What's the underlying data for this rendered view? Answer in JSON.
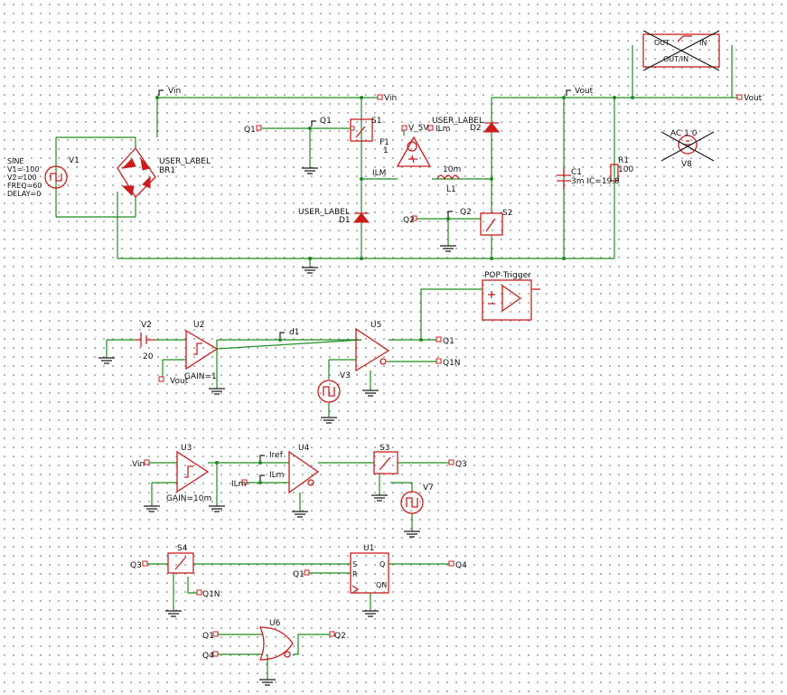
{
  "labels": {
    "vin_top": "Vin",
    "vin_right": "Vin",
    "vout_top": "Vout",
    "vout_right": "Vout",
    "q1_left": "Q1",
    "q1_tag": "Q1",
    "s1": "S1",
    "v5v": "V_5V",
    "user_label_ilm": "USER_LABEL",
    "ilm_pin": "ILm",
    "d2": "D2",
    "f1": "F1",
    "f1_gain": "1",
    "ilm_tag": "ILM",
    "l1_val": "10m",
    "l1": "L1",
    "user_label_d1": "USER_LABEL",
    "d1": "D1",
    "q2_left": "Q2",
    "q2_tag": "Q2",
    "s2": "S2",
    "c1": "C1",
    "c1_val": "3m IC=19.8",
    "r1": "R1",
    "r1_val": "100",
    "ac_label": "AC 1 0",
    "v8": "V8",
    "user_label_br1": "USER_LABEL",
    "br1": "BR1",
    "v1": "V1",
    "sine": [
      "SINE",
      "V1=-100",
      "V2=100",
      "FREQ=60",
      "DELAY=0"
    ],
    "xfmr_top": "OUT",
    "xfmr_top_in": "IN",
    "xfmr_bot": "OUT/IN",
    "pop_trigger": "POP Trigger",
    "v2": "V2",
    "v2_val": "20",
    "u2": "U2",
    "u2_gain": "GAIN=1",
    "vout_tag2": "Vout",
    "d1_tag": "d1",
    "u5": "U5",
    "q1_out": "Q1",
    "q1n_out": "Q1N",
    "v3": "V3",
    "vin_in": "Vin",
    "u3": "U3",
    "u3_gain": "GAIN=10m",
    "iref": "Iref",
    "u4": "U4",
    "ilm_in": "ILm",
    "ilm_tag2": "ILm",
    "s3": "S3",
    "q3_out": "Q3",
    "v7": "V7",
    "q3_in": "Q3",
    "s4": "S4",
    "q1n_tag": "Q1N",
    "u1": "U1",
    "q1_ff": "Q1",
    "ff_s": "S",
    "ff_r": "R",
    "ff_q": "Q",
    "ff_qn": "QN",
    "q4_out": "Q4",
    "u6": "U6",
    "q1_u6": "Q1",
    "q4_u6": "Q4",
    "q2_u6": "Q2"
  },
  "colors": {
    "wire": "#1e8c1e",
    "component": "#c81e1e",
    "background": "#ffffff"
  }
}
